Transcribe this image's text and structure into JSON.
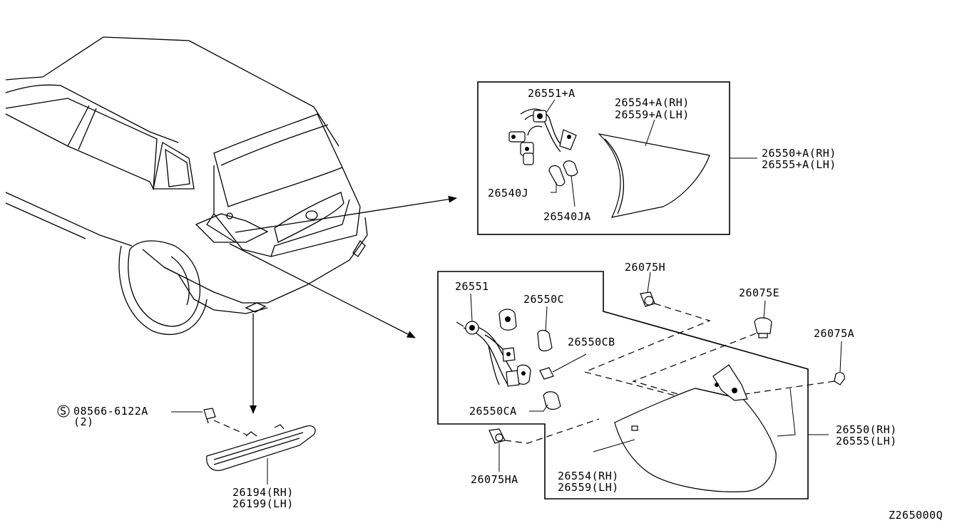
{
  "diagram_id": "Z265000Q",
  "labels": {
    "l_26551A": "26551+A",
    "l_26554A_rh": "26554+A(RH)",
    "l_26559A_lh": "26559+A(LH)",
    "l_26550A_rh": "26550+A(RH)",
    "l_26555A_lh": "26555+A(LH)",
    "l_26540J": "26540J",
    "l_26540JA": "26540JA",
    "l_26075H": "26075H",
    "l_26075E": "26075E",
    "l_26075A": "26075A",
    "l_26551": "26551",
    "l_26550C": "26550C",
    "l_26550CB": "26550CB",
    "l_26550CA": "26550CA",
    "l_26550_rh": "26550(RH)",
    "l_26555_lh": "26555(LH)",
    "l_26554_rh": "26554(RH)",
    "l_26559_lh": "26559(LH)",
    "l_26075HA": "26075HA",
    "l_screw": "08566-6122A",
    "l_screw_qty": "(2)",
    "l_screw_symbol": "S",
    "l_26194_rh": "26194(RH)",
    "l_26199_lh": "26199(LH)"
  }
}
